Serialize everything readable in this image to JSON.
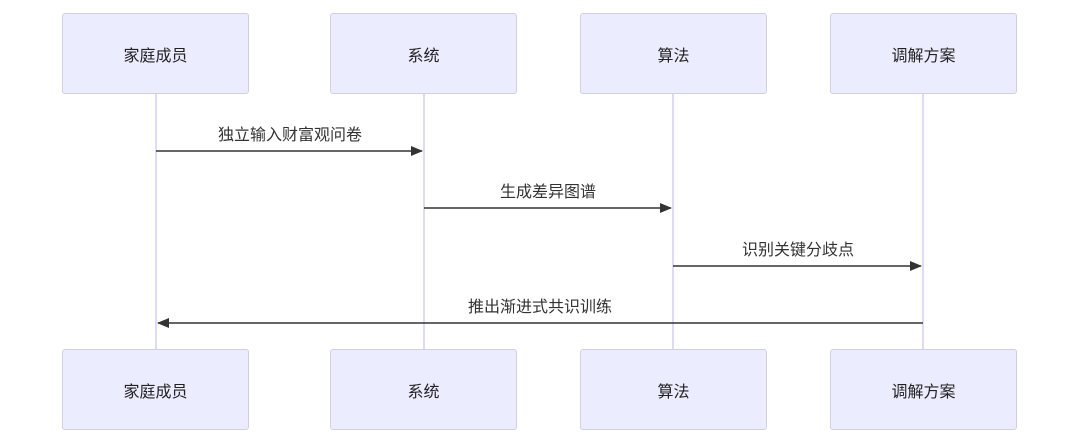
{
  "participants": [
    {
      "label": "家庭成员"
    },
    {
      "label": "系统"
    },
    {
      "label": "算法"
    },
    {
      "label": "调解方案"
    }
  ],
  "messages": [
    {
      "from": 0,
      "to": 1,
      "label": "独立输入财富观问卷"
    },
    {
      "from": 1,
      "to": 2,
      "label": "生成差异图谱"
    },
    {
      "from": 2,
      "to": 3,
      "label": "识别关键分歧点"
    },
    {
      "from": 3,
      "to": 0,
      "label": "推出渐进式共识训练"
    }
  ],
  "colors": {
    "actor_fill": "#ececff",
    "actor_border": "#cfcfe6",
    "lifeline": "#d6cdee",
    "arrow": "#333333"
  }
}
